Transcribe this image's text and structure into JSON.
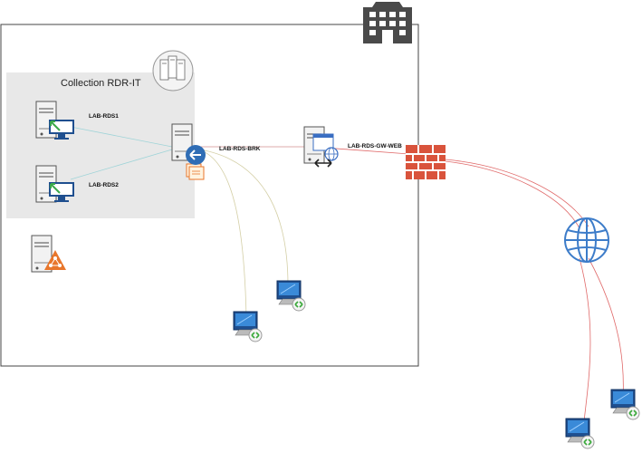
{
  "collection": {
    "title": "Collection RDR-IT"
  },
  "servers": {
    "rds1": "LAB-RDS1",
    "rds2": "LAB-RDS2",
    "broker": "LAB-RDS-BRK",
    "gateway": "LAB-RDS-GW-WEB"
  },
  "colors": {
    "building": "#4a4a4a",
    "collection_bg": "#e8e8e8",
    "server_line": "#9fd4d8",
    "client_line": "#d4cfa6",
    "wan_line": "#e06a6a",
    "firewall": "#d9533c",
    "globe": "#3d7cc9",
    "monitor": "#1f4f8f",
    "license": "#e8762b"
  },
  "icons": [
    "building-icon",
    "collection-icon",
    "server-icon",
    "firewall-icon",
    "globe-icon",
    "remote-desktop-client-icon",
    "licensing-icon"
  ]
}
